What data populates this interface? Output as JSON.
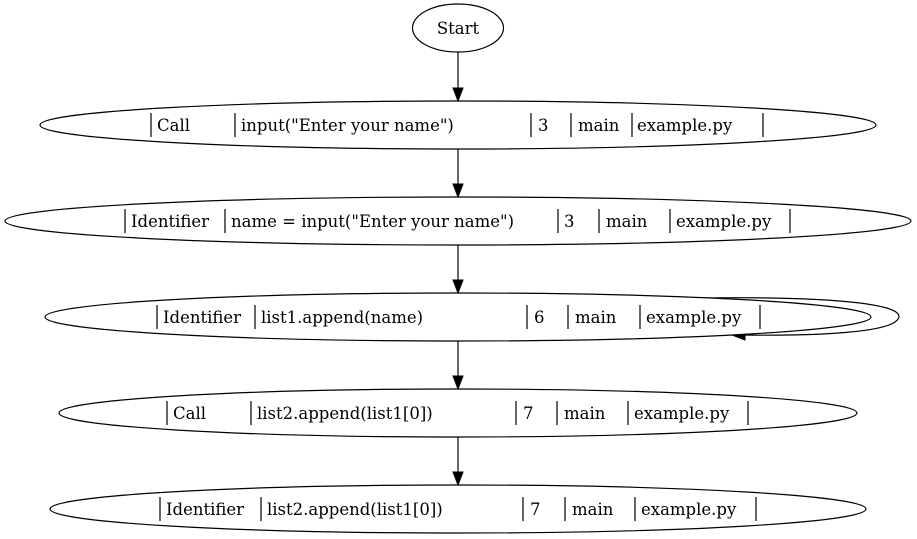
{
  "start_label": "Start",
  "nodes": [
    {
      "id": "n1",
      "type": "Call",
      "code": "input(\"Enter your name\")",
      "line": "3",
      "function": "main",
      "file": "example.py"
    },
    {
      "id": "n2",
      "type": "Identifier",
      "code": "name = input(\"Enter your name\")",
      "line": "3",
      "function": "main",
      "file": "example.py"
    },
    {
      "id": "n3",
      "type": "Identifier",
      "code": "list1.append(name)",
      "line": "6",
      "function": "main",
      "file": "example.py",
      "self_loop": true
    },
    {
      "id": "n4",
      "type": "Call",
      "code": "list2.append(list1[0])",
      "line": "7",
      "function": "main",
      "file": "example.py"
    },
    {
      "id": "n5",
      "type": "Identifier",
      "code": "list2.append(list1[0])",
      "line": "7",
      "function": "main",
      "file": "example.py"
    }
  ],
  "edges": [
    {
      "from": "start",
      "to": "n1"
    },
    {
      "from": "n1",
      "to": "n2"
    },
    {
      "from": "n2",
      "to": "n3"
    },
    {
      "from": "n3",
      "to": "n3"
    },
    {
      "from": "n3",
      "to": "n4"
    },
    {
      "from": "n4",
      "to": "n5"
    }
  ]
}
